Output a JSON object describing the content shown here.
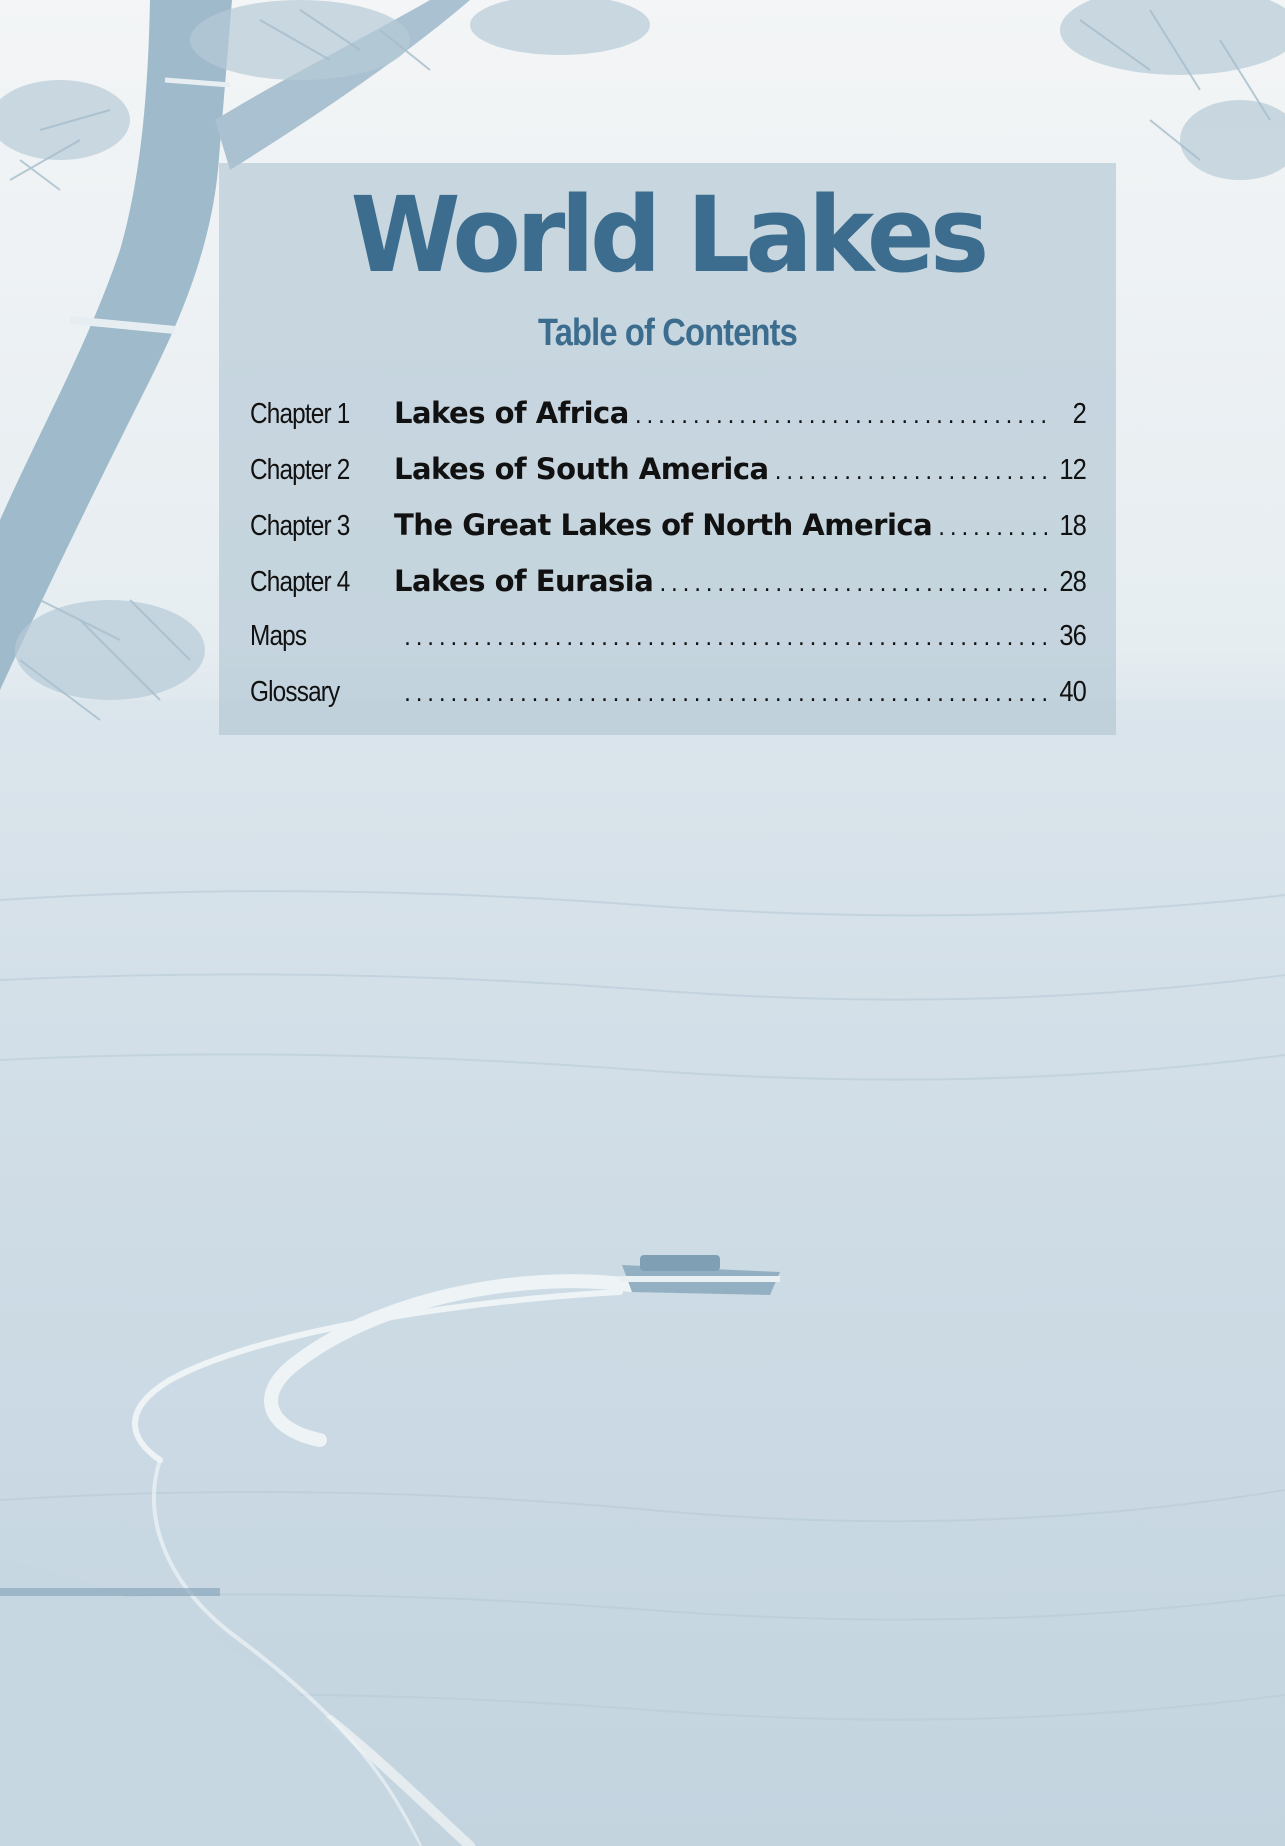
{
  "book": {
    "title": "World Lakes",
    "toc_heading": "Table of Contents"
  },
  "toc": [
    {
      "label": "Chapter 1",
      "title": "Lakes of Africa",
      "page": "2"
    },
    {
      "label": "Chapter 2",
      "title": "Lakes of South America",
      "page": "12"
    },
    {
      "label": "Chapter 3",
      "title": "The Great Lakes of North America",
      "page": "18"
    },
    {
      "label": "Chapter 4",
      "title": "Lakes of Eurasia",
      "page": "28"
    },
    {
      "label": "Maps",
      "title": "",
      "page": "36"
    },
    {
      "label": "Glossary",
      "title": "",
      "page": "40"
    }
  ],
  "colors": {
    "title_blue": "#3d6d8e",
    "panel_tint": "#b0c5d2",
    "photo_tint": "#dce6ec"
  },
  "background": {
    "subject": "lake-with-speedboat-photo"
  }
}
